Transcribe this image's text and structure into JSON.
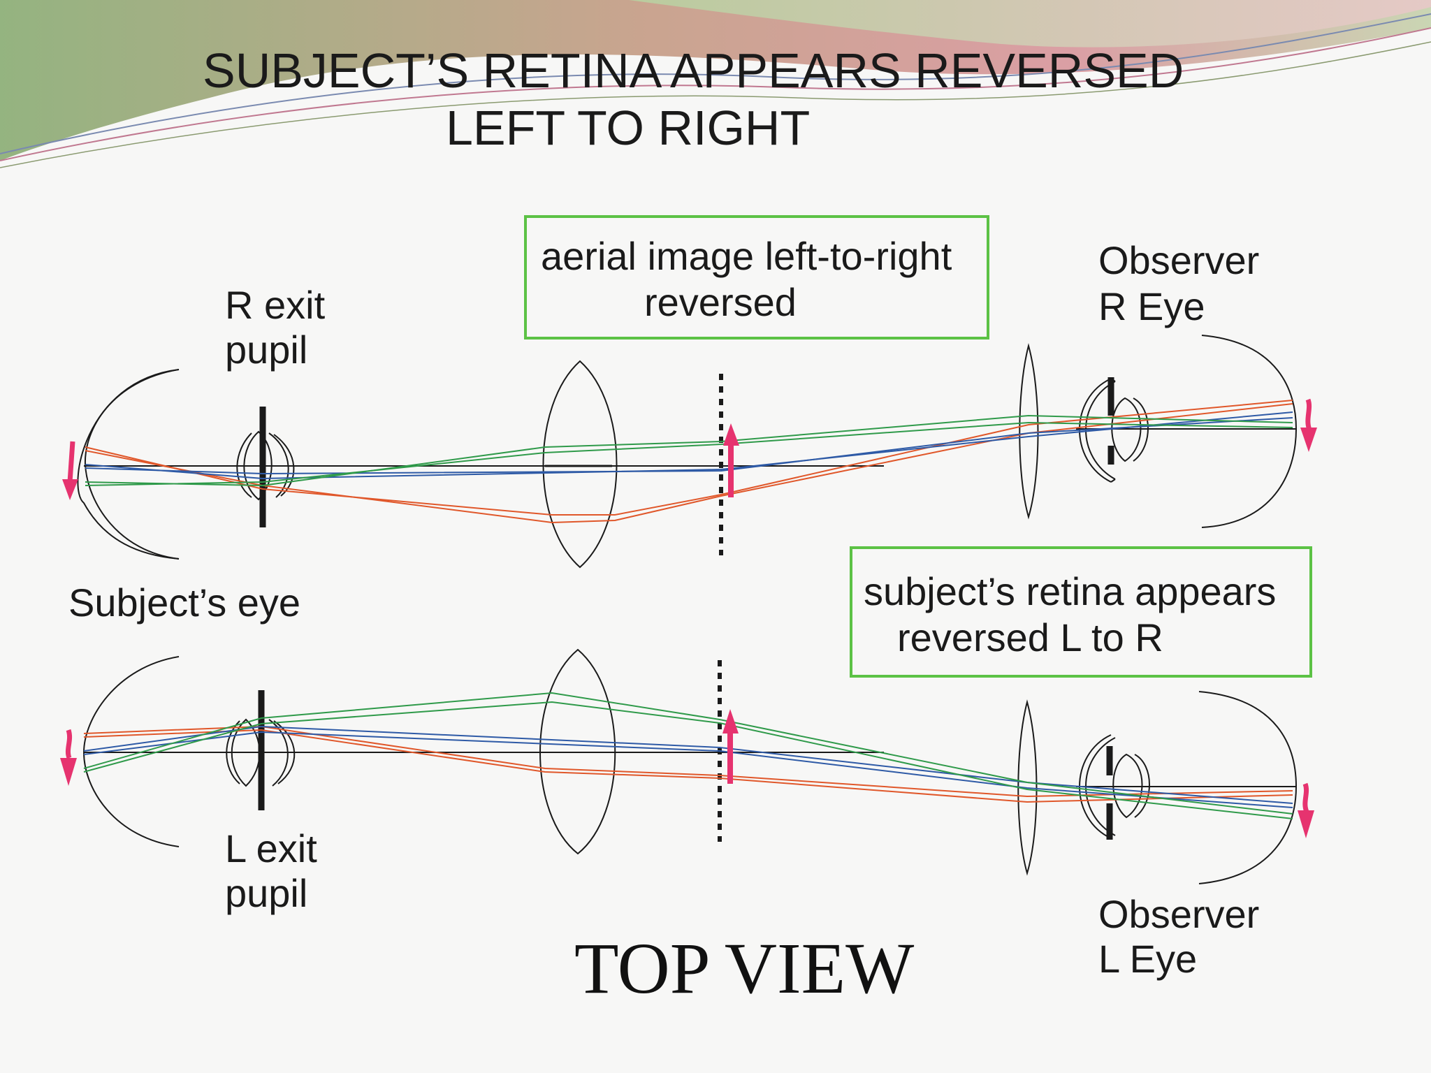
{
  "title": {
    "line1": "SUBJECT’S RETINA APPEARS REVERSED",
    "line2": "LEFT TO RIGHT"
  },
  "labels": {
    "r_exit_pupil_1": "R exit",
    "r_exit_pupil_2": "pupil",
    "l_exit_pupil_1": "L exit",
    "l_exit_pupil_2": "pupil",
    "subjects_eye": "Subject’s eye",
    "observer_r_1": "Observer",
    "observer_r_2": "R Eye",
    "observer_l_1": "Observer",
    "observer_l_2": "L Eye"
  },
  "callouts": {
    "aerial_1": "aerial image left-to-right",
    "aerial_2": "reversed",
    "retina_1": "subject’s retina appears",
    "retina_2": "reversed L to R"
  },
  "footer": "TOP VIEW",
  "colors": {
    "ray_orange": "#e0572a",
    "ray_blue": "#2e5aa6",
    "ray_green": "#2f9a4a",
    "axis": "#1a1a1a",
    "arrow": "#e6336f",
    "box_border": "#5cc245"
  }
}
